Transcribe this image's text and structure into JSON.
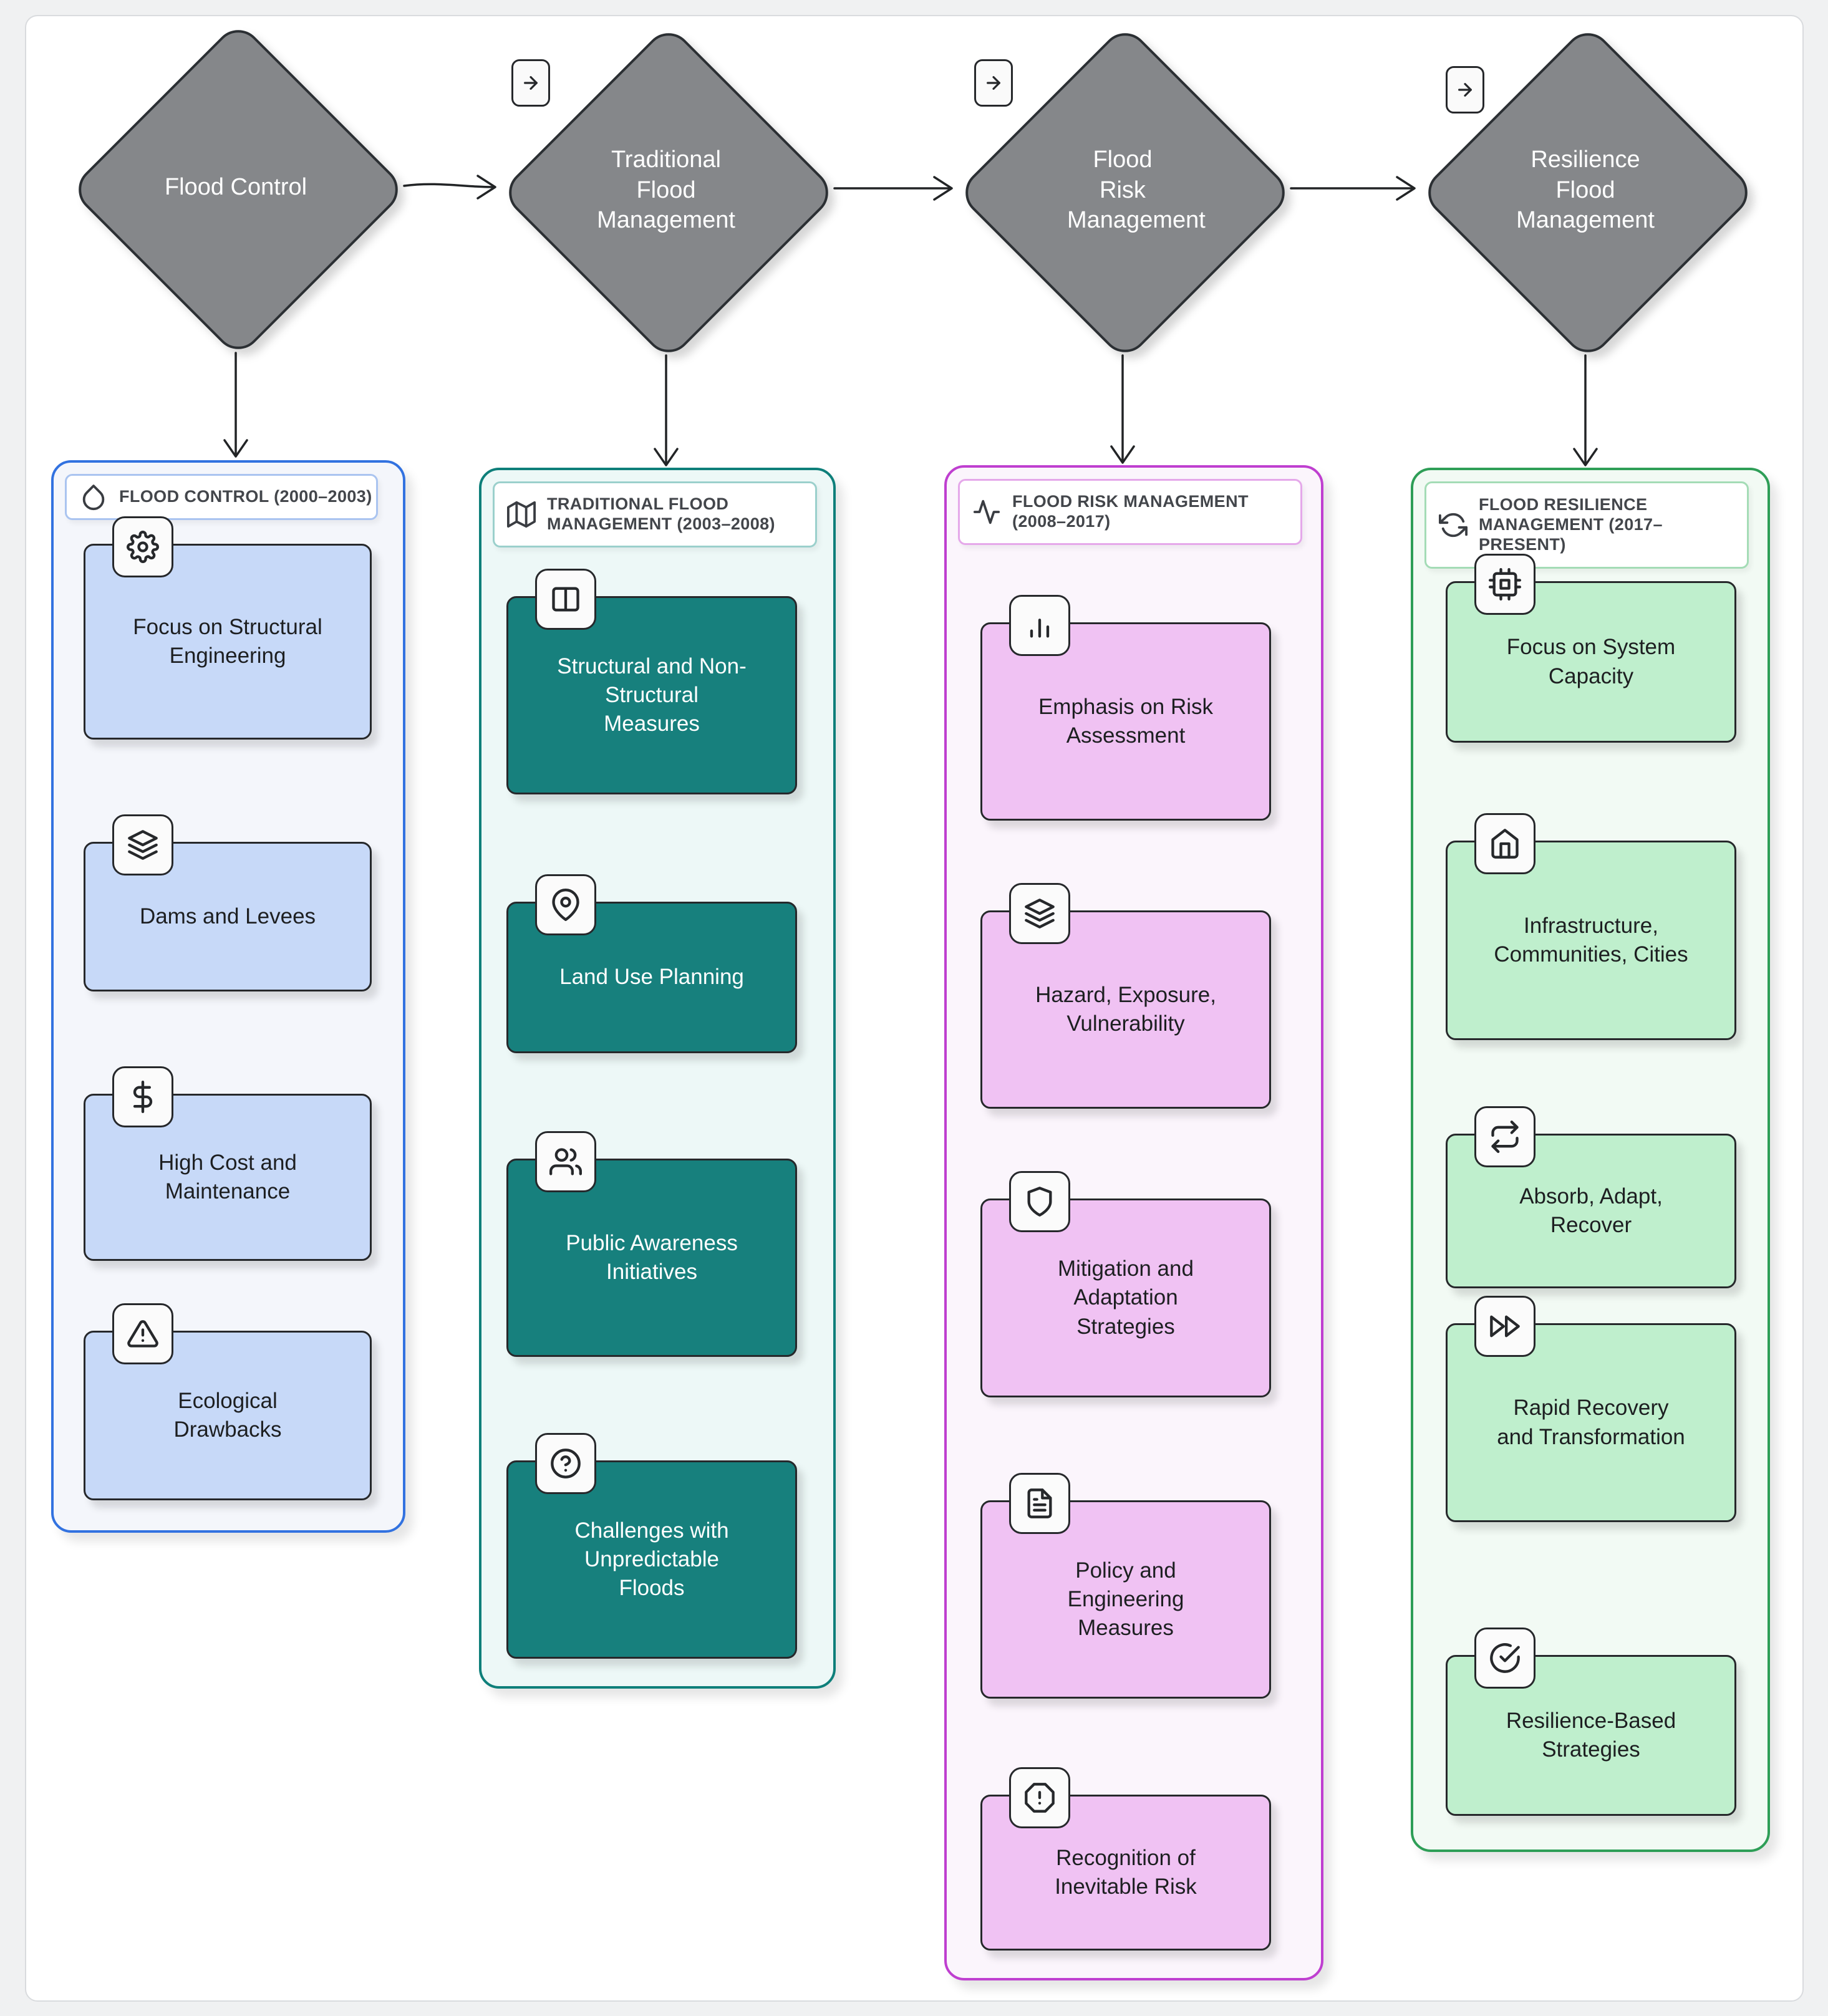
{
  "page": {
    "background_color": "#f0f1f2",
    "card_color": "#ffffff",
    "diamond_color": "#85878a",
    "arrow_color": "#222426"
  },
  "diamonds": [
    {
      "label": "Flood Control",
      "badge_icon": ""
    },
    {
      "label": "Traditional Flood Management",
      "badge_icon": "arrow-right-icon"
    },
    {
      "label": "Flood Risk Management",
      "badge_icon": "arrow-right-icon"
    },
    {
      "label": "Resilience Flood Management",
      "badge_icon": "arrow-right-icon"
    }
  ],
  "columns": [
    {
      "title": "FLOOD CONTROL (2000–2003)",
      "icon": "droplet-icon",
      "accent": "#3272e0",
      "node_fill": "#c7d9f8",
      "background": "#f4f6fb",
      "nodes": [
        {
          "label": "Focus on Structural Engineering",
          "icon": "gear-icon"
        },
        {
          "label": "Dams and Levees",
          "icon": "layers-icon"
        },
        {
          "label": "High Cost and Maintenance",
          "icon": "dollar-icon"
        },
        {
          "label": "Ecological Drawbacks",
          "icon": "alert-triangle-icon"
        }
      ]
    },
    {
      "title": "TRADITIONAL FLOOD MANAGEMENT (2003–2008)",
      "icon": "map-icon",
      "accent": "#0e7f7a",
      "node_fill": "#17807d",
      "background": "#edf8f7",
      "nodes": [
        {
          "label": "Structural and Non-Structural Measures",
          "icon": "columns-icon"
        },
        {
          "label": "Land Use Planning",
          "icon": "map-pin-icon"
        },
        {
          "label": "Public Awareness Initiatives",
          "icon": "users-icon"
        },
        {
          "label": "Challenges with Unpredictable Floods",
          "icon": "help-circle-icon"
        }
      ]
    },
    {
      "title": "FLOOD RISK MANAGEMENT (2008–2017)",
      "icon": "activity-icon",
      "accent": "#bf3fd0",
      "node_fill": "#f0c2f3",
      "background": "#fbf5fc",
      "nodes": [
        {
          "label": "Emphasis on Risk Assessment",
          "icon": "bar-chart-icon"
        },
        {
          "label": "Hazard, Exposure, Vulnerability",
          "icon": "layers-icon"
        },
        {
          "label": "Mitigation and Adaptation Strategies",
          "icon": "shield-icon"
        },
        {
          "label": "Policy and Engineering Measures",
          "icon": "file-text-icon"
        },
        {
          "label": "Recognition of Inevitable Risk",
          "icon": "alert-octagon-icon"
        }
      ]
    },
    {
      "title": "FLOOD RESILIENCE MANAGEMENT (2017–PRESENT)",
      "icon": "refresh-icon",
      "accent": "#2e9e57",
      "node_fill": "#bfefcd",
      "background": "#f2faf4",
      "nodes": [
        {
          "label": "Focus on System Capacity",
          "icon": "cpu-icon"
        },
        {
          "label": "Infrastructure, Communities, Cities",
          "icon": "home-icon"
        },
        {
          "label": "Absorb, Adapt, Recover",
          "icon": "repeat-icon"
        },
        {
          "label": "Rapid Recovery and Transformation",
          "icon": "fast-forward-icon"
        },
        {
          "label": "Resilience-Based Strategies",
          "icon": "check-circle-icon"
        }
      ]
    }
  ]
}
